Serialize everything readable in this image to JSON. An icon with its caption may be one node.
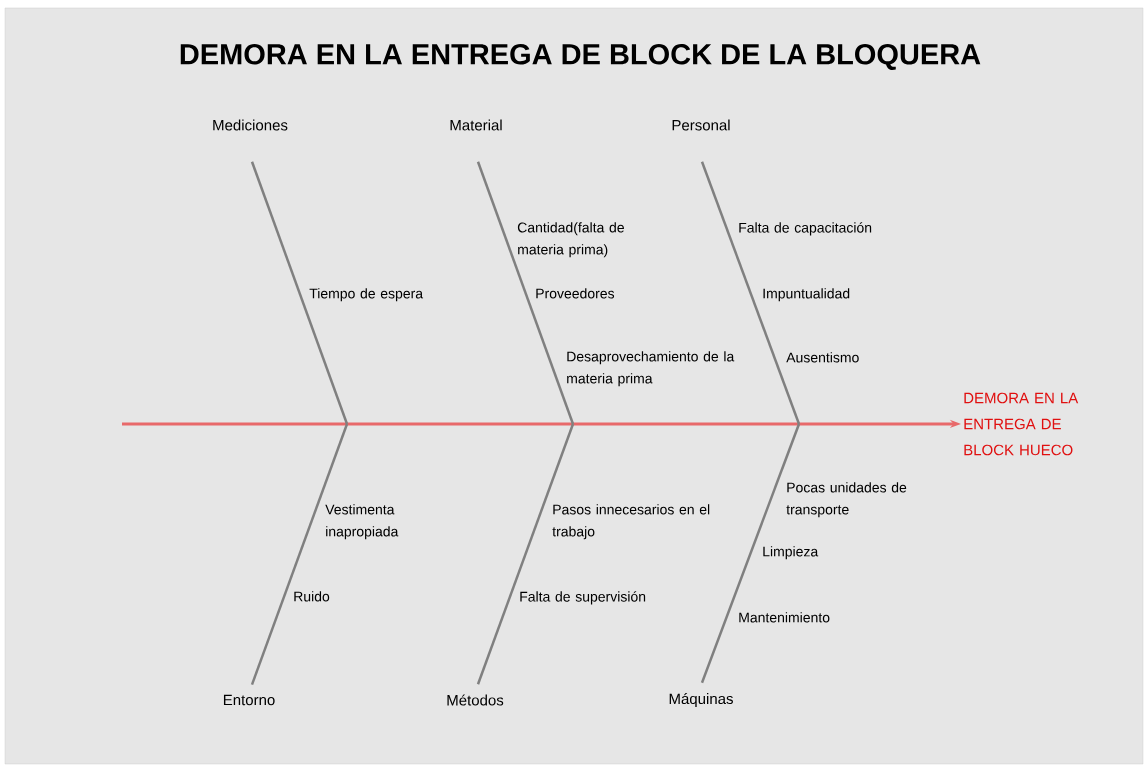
{
  "diagram": {
    "title": "DEMORA EN LA ENTREGA DE BLOCK DE LA BLOQUERA",
    "nodes": [
      {
        "text": [
          "Mediciones"
        ]
      },
      {
        "text": [
          "Material"
        ]
      },
      {
        "text": [
          "Personal"
        ]
      },
      {
        "text": [
          "Entorno"
        ]
      },
      {
        "text": [
          "Métodos"
        ]
      },
      {
        "text": [
          "Máquinas"
        ]
      },
      {
        "text": [
          "DEMORA EN LA ENTREGA DE BLOCK HUECO"
        ]
      }
    ],
    "edges": [
      {
        "from": null,
        "to": 6,
        "arrow": "to",
        "color": "#e8696a"
      },
      {
        "from": 0,
        "to": null,
        "arrow": "none"
      },
      {
        "from": 1,
        "to": null,
        "arrow": "none"
      },
      {
        "from": 2,
        "to": null,
        "arrow": "none"
      },
      {
        "from": 3,
        "to": null,
        "arrow": "none"
      },
      {
        "from": 4,
        "to": null,
        "arrow": "none"
      },
      {
        "from": 5,
        "to": null,
        "arrow": "none"
      }
    ],
    "labels": [
      "Cantidad(falta de materia prima)",
      "Falta de capacitación",
      "Tiempo de espera",
      "Proveedores",
      "Impuntualidad",
      "Ausentismo",
      "Desaprovechamiento de la materia prima",
      "Pocas unidades de transporte",
      "Vestimenta inapropiada",
      "Pasos innecesarios en el trabajo",
      "Limpieza",
      "Ruido",
      "Falta de supervisión",
      "Mantenimiento"
    ]
  }
}
